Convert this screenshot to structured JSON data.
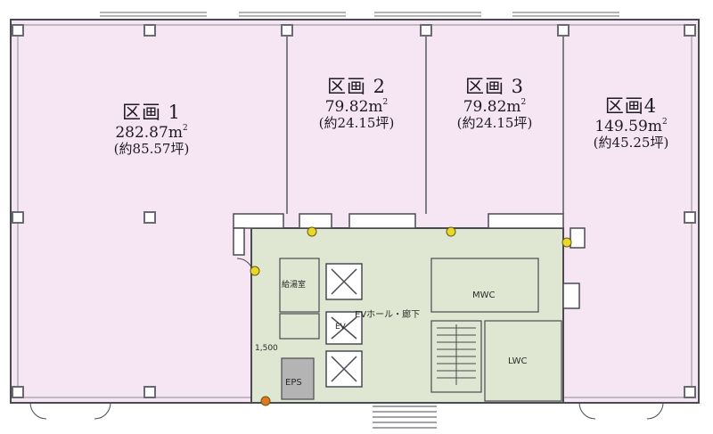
{
  "units": [
    {
      "name": "区画 1",
      "area": "282.87",
      "area_unit": "m",
      "area_sup": "2",
      "tsubo": "(約85.57坪)"
    },
    {
      "name": "区画 2",
      "area": "79.82",
      "area_unit": "m",
      "area_sup": "2",
      "tsubo": "(約24.15坪)"
    },
    {
      "name": "区画 3",
      "area": "79.82",
      "area_unit": "m",
      "area_sup": "2",
      "tsubo": "(約24.15坪)"
    },
    {
      "name": "区画4",
      "area": "149.59",
      "area_unit": "m",
      "area_sup": "2",
      "tsubo": "(約45.25坪)"
    }
  ],
  "core": {
    "mwc": "MWC",
    "lwc": "LWC",
    "ev_hall": "EVホール・廊下",
    "eps": "EPS",
    "dim": "1,500",
    "pantry": "給湯室",
    "ev": "EV"
  },
  "colors": {
    "unit_fill": "#f6e6f4",
    "core_fill": "#dfe7d2",
    "wall": "#4a4a52",
    "column": "#8a8a92",
    "light": "#e8d82a",
    "light_alt": "#e07820",
    "eps_fill": "#b4b4b4"
  }
}
